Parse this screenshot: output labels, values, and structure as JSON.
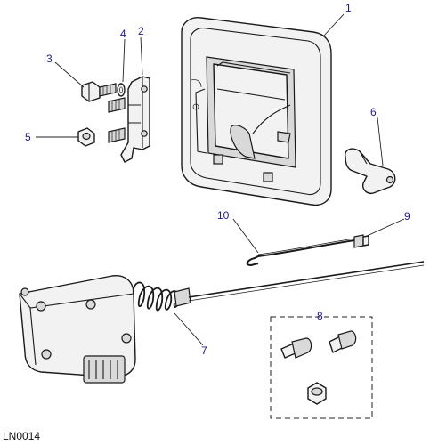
{
  "callouts": {
    "c1": "1",
    "c2": "2",
    "c3": "3",
    "c4": "4",
    "c5": "5",
    "c6": "6",
    "c7": "7",
    "c8": "8",
    "c9": "9",
    "c10": "10"
  },
  "reference": "LN0014",
  "colors": {
    "callout_text": "#1a1a9a",
    "line": "#1a1a1a"
  }
}
